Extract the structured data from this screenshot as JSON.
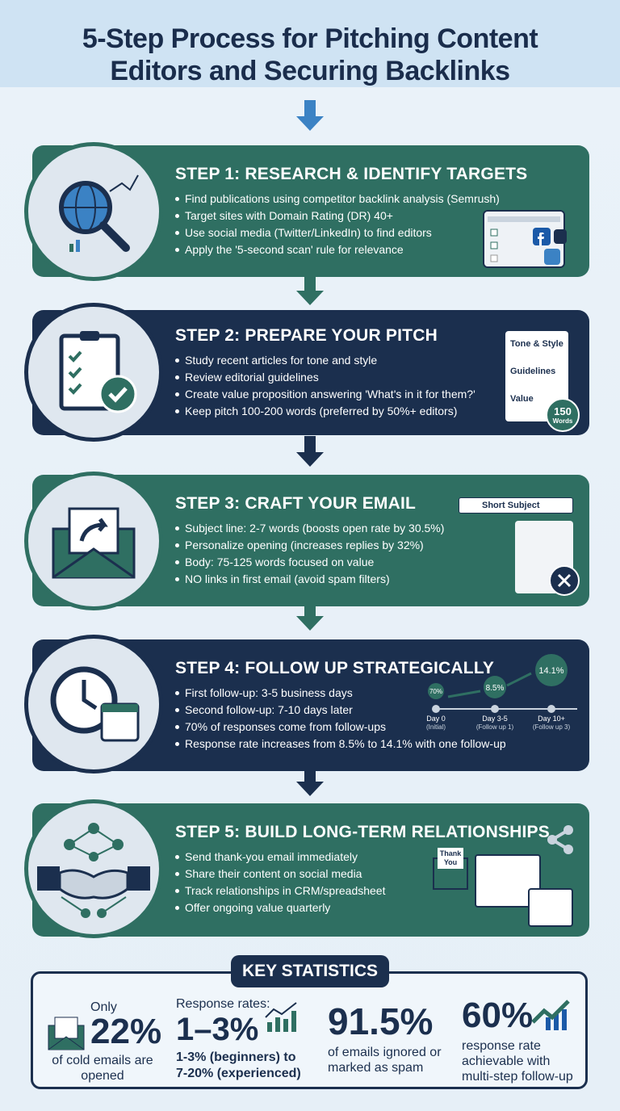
{
  "title": "5-Step Process for Pitching Content Editors and Securing Backlinks",
  "colors": {
    "green": "#2f6f62",
    "navy": "#1b2f4e",
    "header_bg": "#cfe3f3"
  },
  "steps": [
    {
      "title": "STEP 1: RESEARCH & IDENTIFY TARGETS",
      "icon": "magnifier-globe-icon",
      "bullets": [
        "Find publications using competitor backlink analysis (Semrush)",
        "Target sites with Domain Rating (DR) 40+",
        "Use social media (Twitter/LinkedIn) to find editors",
        "Apply the '5-second scan' rule for relevance"
      ]
    },
    {
      "title": "STEP 2: PREPARE YOUR PITCH",
      "icon": "clipboard-checklist-icon",
      "bullets": [
        "Study recent articles for tone and style",
        "Review editorial guidelines",
        "Create value proposition answering 'What's in it for them?'",
        "Keep pitch 100-200 words (preferred by 50%+ editors)"
      ],
      "doc": {
        "lines": [
          "Tone & Style",
          "Guidelines",
          "Value"
        ],
        "badge_num": "150",
        "badge_label": "Words"
      }
    },
    {
      "title": "STEP 3: CRAFT YOUR EMAIL",
      "icon": "envelope-forward-icon",
      "bullets": [
        "Subject line: 2-7 words (boosts open rate by 30.5%)",
        "Personalize opening (increases replies by 32%)",
        "Body: 75-125 words focused on value",
        "NO links in first email (avoid spam filters)"
      ],
      "subject": "Short Subject"
    },
    {
      "title": "STEP 4: FOLLOW UP STRATEGICALLY",
      "icon": "clock-calendar-icon",
      "bullets": [
        "First follow-up: 3-5 business days",
        "Second follow-up: 7-10 days later",
        "70% of responses come from follow-ups",
        "Response rate increases from 8.5% to 14.1% with one follow-up"
      ],
      "timeline": [
        {
          "value": "70%",
          "day": "Day 0",
          "sub": "(Initial)"
        },
        {
          "value": "8.5%",
          "day": "Day 3-5",
          "sub": "(Follow up 1)"
        },
        {
          "value": "14.1%",
          "day": "Day 10+",
          "sub": "(Follow up 3)"
        }
      ]
    },
    {
      "title": "STEP 5: BUILD LONG-TERM RELATIONSHIPS",
      "icon": "handshake-network-icon",
      "bullets": [
        "Send thank-you email immediately",
        "Share their content on social media",
        "Track relationships in CRM/spreadsheet",
        "Offer ongoing value quarterly"
      ],
      "thank": "Thank You"
    }
  ],
  "stats": {
    "heading": "KEY STATISTICS",
    "s1": {
      "pre": "Only",
      "big": "22%",
      "text": "of cold emails are opened"
    },
    "s2": {
      "pre": "Response rates:",
      "big": "1–3%",
      "line1": "1-3% (beginners) to",
      "line2": "7-20% (experienced)"
    },
    "s3": {
      "big": "91.5%",
      "text": "of emails ignored or marked as spam"
    },
    "s4": {
      "big": "60%",
      "text": "response rate achievable with multi-step follow-up"
    }
  }
}
